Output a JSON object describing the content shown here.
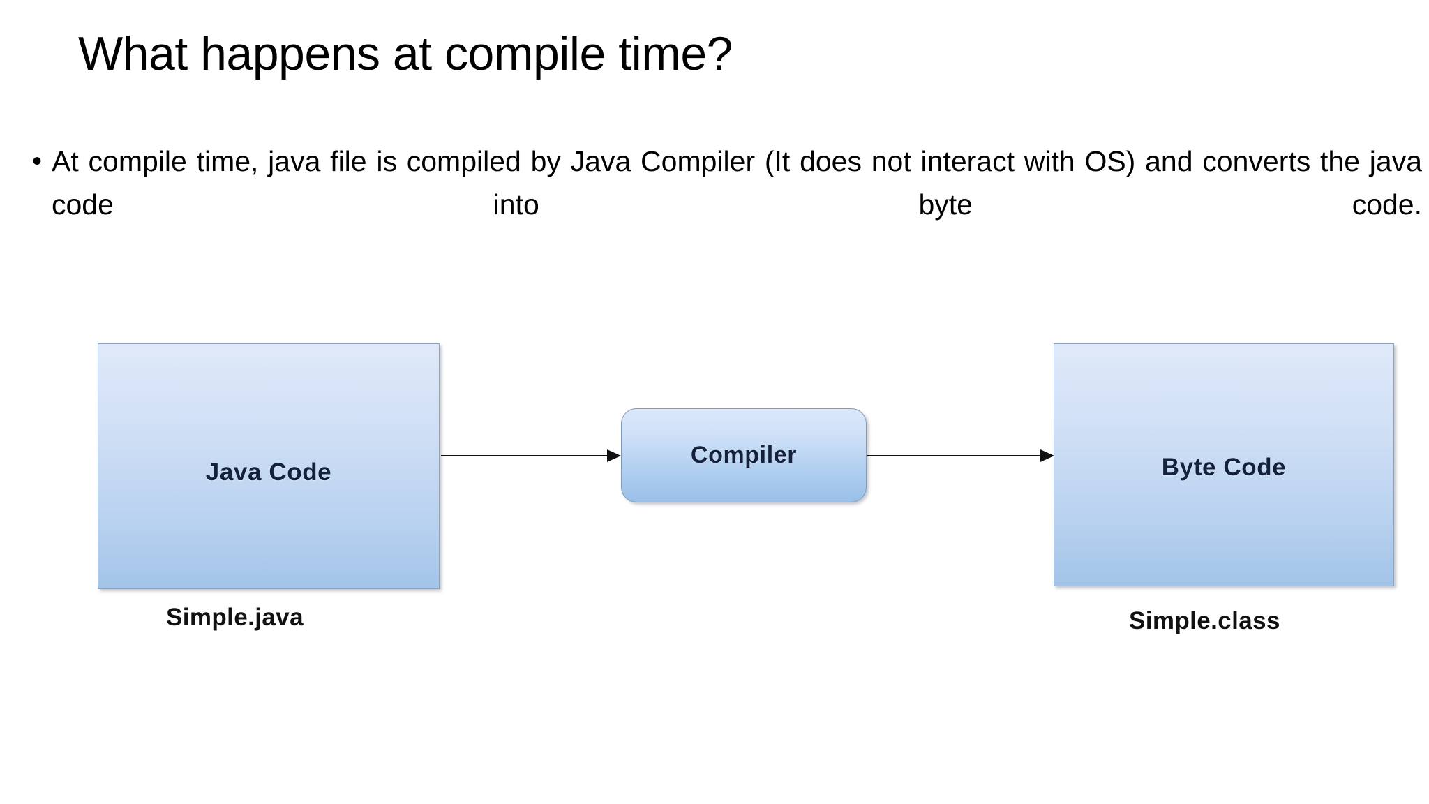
{
  "slide": {
    "title": "What happens at compile time?",
    "background_color": "#ffffff"
  },
  "body": {
    "bullet_marker": "•",
    "bullet_text": "At compile time, java file is compiled by Java Compiler (It does not interact with OS) and converts the java code into byte code."
  },
  "diagram": {
    "type": "flow",
    "accent_color": "#b9d2f0",
    "border_color": "#8ca3bd",
    "label_color": "#14213d",
    "nodes": [
      {
        "id": "java-code",
        "label": "Java Code",
        "shape": "rectangle",
        "caption": "Simple.java"
      },
      {
        "id": "compiler",
        "label": "Compiler",
        "shape": "rounded-rectangle",
        "caption": ""
      },
      {
        "id": "byte-code",
        "label": "Byte Code",
        "shape": "rectangle",
        "caption": "Simple.class"
      }
    ],
    "edges": [
      {
        "from": "java-code",
        "to": "compiler",
        "style": "solid-arrow"
      },
      {
        "from": "compiler",
        "to": "byte-code",
        "style": "solid-arrow"
      }
    ]
  }
}
